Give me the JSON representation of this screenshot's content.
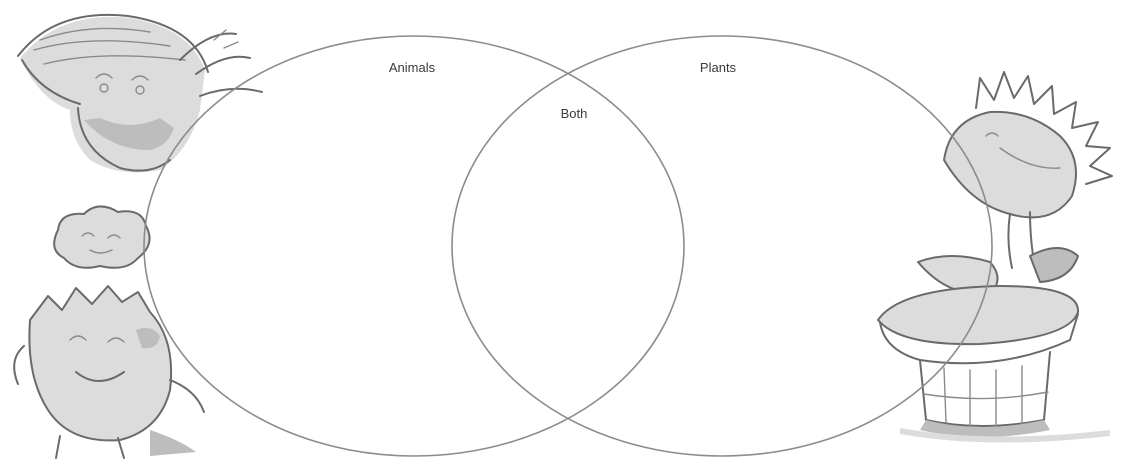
{
  "diagram": {
    "type": "venn",
    "sets": [
      {
        "label": "Animals"
      },
      {
        "label": "Plants"
      }
    ],
    "overlap": {
      "label": "Both"
    },
    "line_color": "#8c8c8c",
    "text_color": "#3a3a3a"
  },
  "illustrations": [
    {
      "icon": "knight-helmet-character-icon"
    },
    {
      "icon": "cloud-creature-character-icon"
    },
    {
      "icon": "spiky-monster-character-icon"
    },
    {
      "icon": "carnivorous-potted-plant-icon"
    }
  ]
}
